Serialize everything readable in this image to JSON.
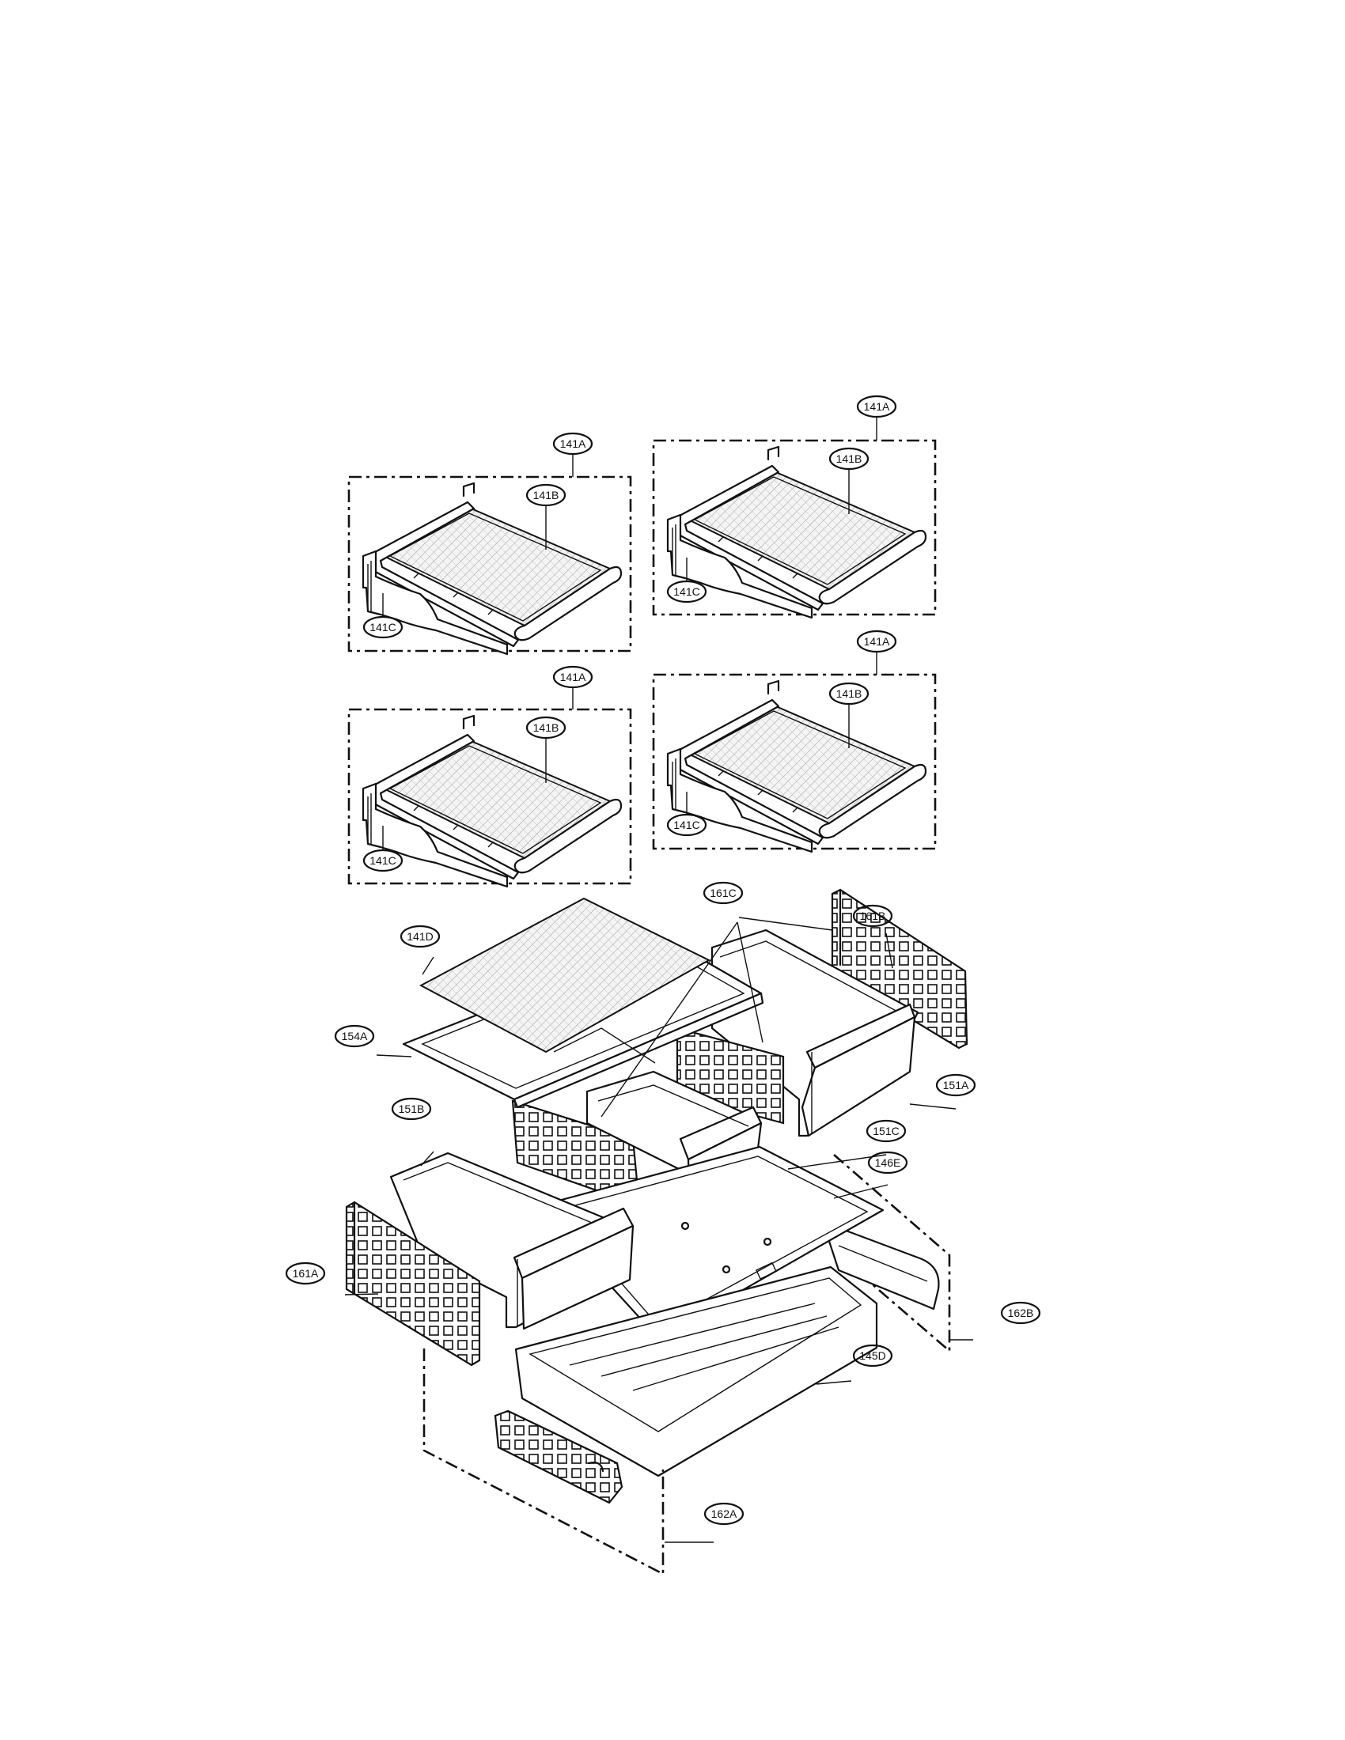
{
  "callouts": {
    "c141a_1": "141A",
    "c141b_1": "141B",
    "c141c_1": "141C",
    "c141a_2": "141A",
    "c141b_2": "141B",
    "c141c_2": "141C",
    "c141a_3": "141A",
    "c141b_3": "141B",
    "c141c_3": "141C",
    "c141a_4": "141A",
    "c141b_4": "141B",
    "c141c_4": "141C",
    "c141d": "141D",
    "c154a": "154A",
    "c161b": "161B",
    "c161c": "161C",
    "c151a": "151A",
    "c151c": "151C",
    "c146e": "146E",
    "c151b": "151B",
    "c161a": "161A",
    "c162b": "162B",
    "c145d": "145D",
    "c162a": "162A"
  }
}
